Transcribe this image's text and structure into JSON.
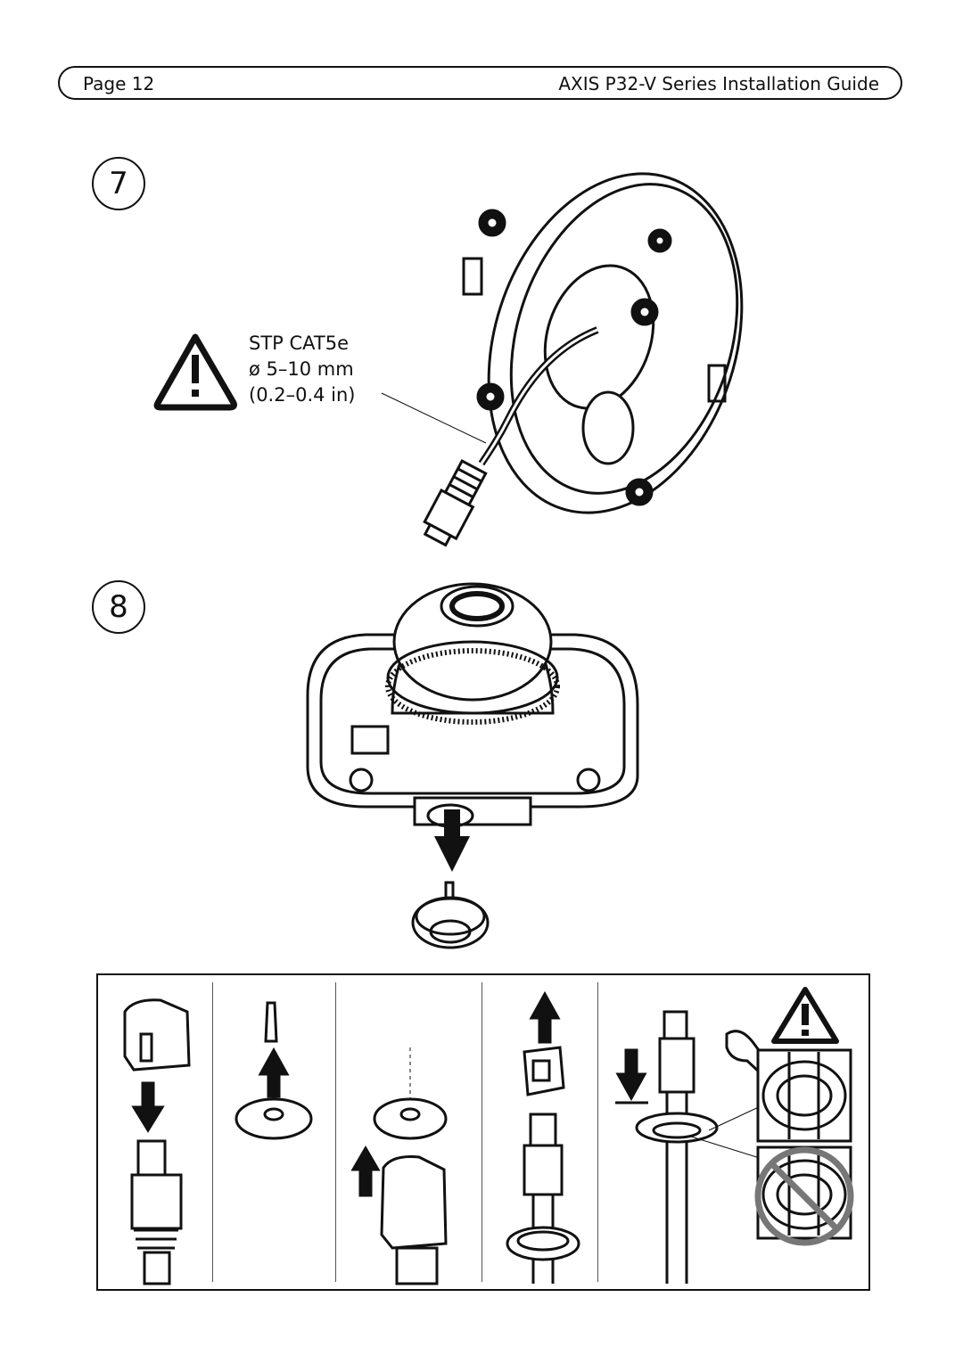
{
  "header": {
    "page_label": "Page 12",
    "guide_title": "AXIS P32-V Series Installation Guide"
  },
  "steps": [
    {
      "number": "7"
    },
    {
      "number": "8"
    }
  ],
  "cable_note": {
    "line1": "STP CAT5e",
    "line2": "ø 5–10 mm",
    "line3": "(0.2–0.4 in)"
  },
  "icons": {
    "warning_step7": "warning-triangle-icon",
    "warning_panel": "warning-triangle-icon",
    "prohibited": "prohibited-circle-icon"
  }
}
